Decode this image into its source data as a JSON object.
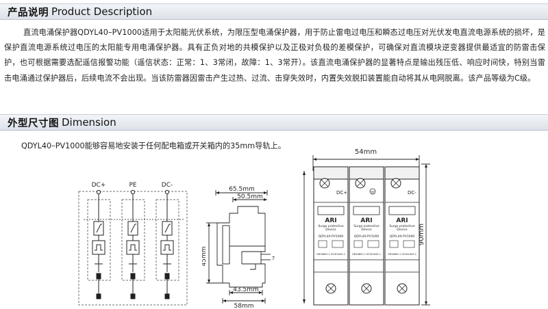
{
  "product_section": {
    "title_cn": "产品说明",
    "title_en": "Product Description",
    "paragraph": "直流电涌保护器QDYL40–PV1000适用于太阳能光伏系统，为限压型电涌保护器，用于防止雷电过电压和瞬态过电压对光伏发电直流电源系统的损坏，是保护直流电源系统过电压的太阳能专用电涌保护器。具有正负对地的共模保护以及正极对负极的差模保护，可确保对直流模块逆变器提供最适宜的防雷击保护，也可根据需要选配遥信报警功能（遥信状态：正常：1、3常闭，故障：1、3常开）。该直流电涌保护器的显著特点是输出残压低、响应时间快，特别当雷击电涌通过保护器后，后续电流不会出现。当该防雷器因雷击产生过热、过流、击穿失效时，内置失效脱扣装置能自动将其从电网脱离。该产品等级为C级。"
  },
  "dimension_section": {
    "title_cn": "外型尺寸图",
    "title_en": "Dimension",
    "install_note": "QDYL40–PV1000能够容易地安装于任何配电箱或开关箱内的35mm导轨上。"
  },
  "circuit": {
    "terminals": [
      "DC+",
      "PE",
      "DC-"
    ]
  },
  "side_view": {
    "dim_top_outer": "65.5mm",
    "dim_top_inner": "50.5mm",
    "dim_height": "45mm",
    "dim_bottom_inner": "43.5mm",
    "dim_bottom_outer": "58mm",
    "dim_rail": "7"
  },
  "front_view": {
    "dim_width": "54mm",
    "dim_height": "90mm",
    "modules": [
      {
        "terminal": "DC+",
        "brand": "ARI",
        "line1": "Surge protective",
        "line2": "Device",
        "model": "QDYL40-PV1000",
        "std": "GB18802.1 IEC61643-1"
      },
      {
        "terminal": "",
        "brand": "ARI",
        "line1": "Surge protective",
        "line2": "Device",
        "model": "QDYL40-PV1000",
        "std": "GB18802.1 IEC61643-1"
      },
      {
        "terminal": "DC-",
        "brand": "ARI",
        "line1": "Surge protective",
        "line2": "Device",
        "model": "QDYL40-PV1000",
        "std": "GB18802.1 IEC61643-1"
      }
    ]
  },
  "colors": {
    "bar_bg": "#dde2ea",
    "line": "#231f20",
    "dashed": "#6d6e71"
  }
}
